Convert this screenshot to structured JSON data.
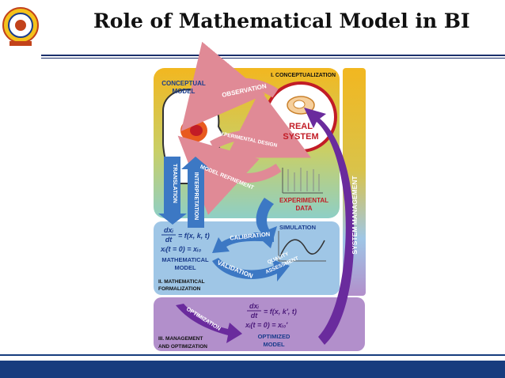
{
  "slide": {
    "title": "Role of Mathematical Model in BI"
  },
  "colors": {
    "accent_dark_blue": "#173c7e",
    "panel_yellow": "#f2b720",
    "panel_teal": "#8ecfc6",
    "panel_blue": "#9fc6e6",
    "panel_purple": "#b28fcb",
    "arrow_pink": "#e08a96",
    "arrow_blue": "#3c78c4",
    "arrow_purple": "#6a2b9d",
    "real_system_red": "#c21c26"
  },
  "diagram": {
    "sections": {
      "conceptualization": "I. CONCEPTUALIZATION",
      "formalization_1": "II. MATHEMATICAL",
      "formalization_2": "FORMALIZATION",
      "management_1": "III. MANAGEMENT",
      "management_2": "AND OPTIMIZATION"
    },
    "conceptual_model_1": "CONCEPTUAL",
    "conceptual_model_2": "MODEL",
    "real_system_1": "REAL",
    "real_system_2": "SYSTEM",
    "observation": "OBSERVATION",
    "experimental_design": "EXPERIMENTAL DESIGN",
    "model_refinement": "MODEL REFINEMENT",
    "translation": "TRANSLATION",
    "interpretation": "INTERPRETATION",
    "experimental_data_1": "EXPERIMENTAL",
    "experimental_data_2": "DATA",
    "calibration": "CALIBRATION",
    "simulation": "SIMULATION",
    "quality_assessment_1": "QUALITY",
    "quality_assessment_2": "ASSESSMENT",
    "validation": "VALIDATION",
    "mathematical_model_1": "MATHEMATICAL",
    "mathematical_model_2": "MODEL",
    "optimization": "OPTIMIZATION",
    "optimized_model_1": "OPTIMIZED",
    "optimized_model_2": "MODEL",
    "system_management": "SYSTEM MANAGEMENT",
    "eq_math": {
      "num": "dxᵢ",
      "den": "dt",
      "rhs": "= f(x, k, t)",
      "init": "xᵢ(t = 0) = xᵢ₀"
    },
    "eq_opt": {
      "num": "dxᵢ",
      "den": "dt",
      "rhs": "= f(x, k′, t)",
      "init": "xᵢ(t = 0) = xᵢ₀′"
    }
  }
}
